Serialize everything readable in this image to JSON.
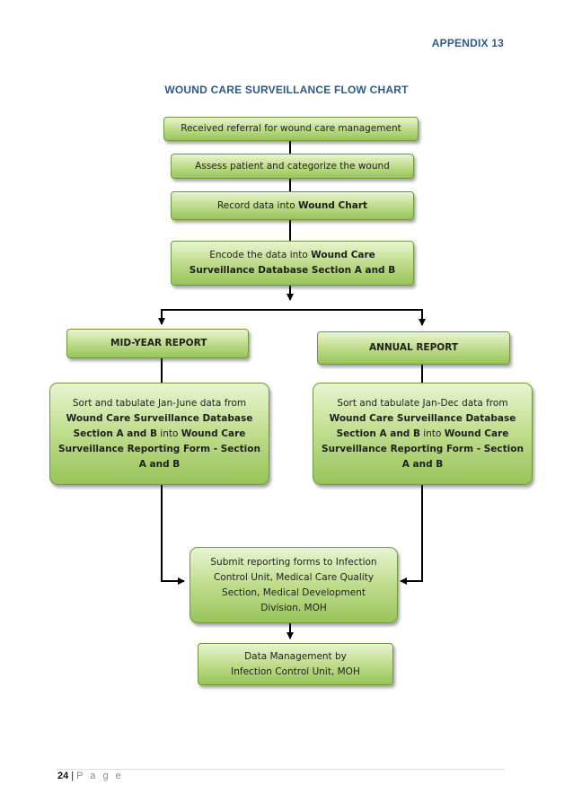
{
  "header": {
    "appendix": "APPENDIX 13"
  },
  "title": "WOUND CARE SURVEILLANCE FLOW CHART",
  "steps": {
    "referral": {
      "lines": [
        [
          {
            "t": "Received referral for wound care management"
          }
        ]
      ]
    },
    "assess": {
      "lines": [
        [
          {
            "t": "Assess patient and categorize the wound"
          }
        ]
      ]
    },
    "record": {
      "lines": [
        [
          {
            "t": "Record data into "
          },
          {
            "t": "Wound Chart",
            "b": true
          }
        ]
      ]
    },
    "encode": {
      "lines": [
        [
          {
            "t": "Encode the data into "
          },
          {
            "t": "Wound Care",
            "b": true
          }
        ],
        [
          {
            "t": "Surveillance Database Section A and B",
            "b": true
          }
        ]
      ]
    },
    "midyear": {
      "lines": [
        [
          {
            "t": "MID-YEAR REPORT",
            "b": true
          }
        ]
      ]
    },
    "annual": {
      "lines": [
        [
          {
            "t": "ANNUAL REPORT",
            "b": true
          }
        ]
      ]
    },
    "sort_midyear": {
      "lines": [
        [
          {
            "t": "Sort and tabulate Jan-June data from"
          }
        ],
        [
          {
            "t": "Wound Care Surveillance Database",
            "b": true
          }
        ],
        [
          {
            "t": "Section A and B",
            "b": true
          },
          {
            "t": " into "
          },
          {
            "t": "Wound Care",
            "b": true
          }
        ],
        [
          {
            "t": "Surveillance Reporting Form - Section",
            "b": true
          }
        ],
        [
          {
            "t": "A and B",
            "b": true
          }
        ]
      ]
    },
    "sort_annual": {
      "lines": [
        [
          {
            "t": "Sort and tabulate Jan-Dec data from"
          }
        ],
        [
          {
            "t": "Wound Care Surveillance Database",
            "b": true
          }
        ],
        [
          {
            "t": "Section A and B",
            "b": true
          },
          {
            "t": " into "
          },
          {
            "t": "Wound Care",
            "b": true
          }
        ],
        [
          {
            "t": "Surveillance Reporting Form - Section",
            "b": true
          }
        ],
        [
          {
            "t": "A and B",
            "b": true
          }
        ]
      ]
    },
    "submit": {
      "lines": [
        [
          {
            "t": "Submit reporting forms to Infection"
          }
        ],
        [
          {
            "t": "Control Unit, Medical Care Quality"
          }
        ],
        [
          {
            "t": "Section, Medical Development"
          }
        ],
        [
          {
            "t": "Division. MOH"
          }
        ]
      ]
    },
    "data_mgmt": {
      "lines": [
        [
          {
            "t": "Data Management by"
          }
        ],
        [
          {
            "t": "Infection Control Unit, MOH"
          }
        ]
      ]
    }
  },
  "footer": {
    "page_number": "24",
    "separator": "|",
    "page_word": "P a g e"
  }
}
